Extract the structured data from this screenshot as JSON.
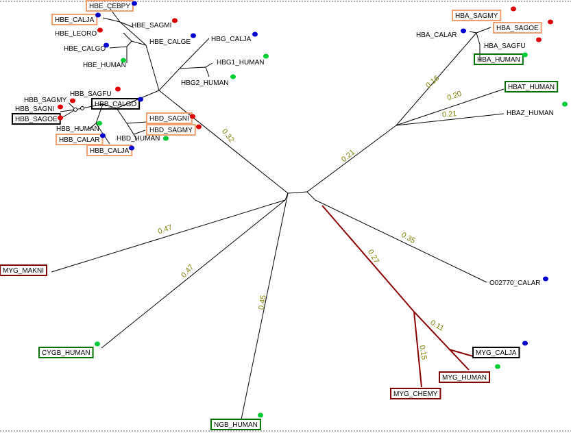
{
  "tree": {
    "colors": {
      "branch": "#000000",
      "highlight_branch": "#8b0000",
      "box_orange": "#f0a070",
      "box_green": "#007000",
      "box_maroon": "#800000",
      "box_black": "#000000",
      "dot_red": "#dd0000",
      "dot_blue": "#0000cc",
      "dot_green": "#00cc33",
      "branch_length_text": "#808000"
    },
    "branch_lengths": [
      "0.32",
      "0.21",
      "0.16",
      "0.20",
      "0.21",
      "0.47",
      "0.47",
      "0.45",
      "0.27",
      "0.35",
      "0.11",
      "0.15"
    ],
    "leaves": [
      {
        "label": "HBE_CEBPY",
        "box": "orange",
        "dot": "blue"
      },
      {
        "label": "HBE_CALJA",
        "box": "orange",
        "dot": "blue"
      },
      {
        "label": "HBE_SAGMI",
        "box": "none",
        "dot": "red"
      },
      {
        "label": "HBE_LEORO",
        "box": "none",
        "dot": "red"
      },
      {
        "label": "HBE_CALGE",
        "box": "none",
        "dot": "blue"
      },
      {
        "label": "HBE_CALGO",
        "box": "none",
        "dot": "blue"
      },
      {
        "label": "HBE_HUMAN",
        "box": "none",
        "dot": "green"
      },
      {
        "label": "HBG_CALJA",
        "box": "none",
        "dot": "blue"
      },
      {
        "label": "HBG1_HUMAN",
        "box": "none",
        "dot": "green"
      },
      {
        "label": "HBG2_HUMAN",
        "box": "none",
        "dot": "green"
      },
      {
        "label": "HBB_SAGMY",
        "box": "none",
        "dot": "red"
      },
      {
        "label": "HBB_SAGFU",
        "box": "none",
        "dot": "red"
      },
      {
        "label": "HBB_SAGNI",
        "box": "none",
        "dot": "red"
      },
      {
        "label": "HBB_CALGO",
        "box": "black",
        "dot": "blue"
      },
      {
        "label": "HBB_SAGOE",
        "box": "black",
        "dot": "red"
      },
      {
        "label": "HBB_HUMAN",
        "box": "none",
        "dot": "green"
      },
      {
        "label": "HBB_CALAR",
        "box": "orange",
        "dot": "blue"
      },
      {
        "label": "HBB_CALJA",
        "box": "orange",
        "dot": "blue"
      },
      {
        "label": "HBD_SAGNI",
        "box": "orange",
        "dot": "red"
      },
      {
        "label": "HBD_SAGMY",
        "box": "orange",
        "dot": "red"
      },
      {
        "label": "HBD_HUMAN",
        "box": "none",
        "dot": "green"
      },
      {
        "label": "HBA_SAGMY",
        "box": "orange",
        "dot": "red"
      },
      {
        "label": "HBA_CALAR",
        "box": "none",
        "dot": "blue"
      },
      {
        "label": "HBA_SAGOE",
        "box": "orange",
        "dot": "red"
      },
      {
        "label": "HBA_SAGFU",
        "box": "none",
        "dot": "red"
      },
      {
        "label": "HBA_HUMAN",
        "box": "green",
        "dot": "green"
      },
      {
        "label": "HBAT_HUMAN",
        "box": "green",
        "dot": "green"
      },
      {
        "label": "HBAZ_HUMAN",
        "box": "none",
        "dot": "green"
      },
      {
        "label": "MYG_MAKNI",
        "box": "maroon",
        "dot": "none"
      },
      {
        "label": "CYGB_HUMAN",
        "box": "green",
        "dot": "green"
      },
      {
        "label": "NGB_HUMAN",
        "box": "green",
        "dot": "green"
      },
      {
        "label": "O02770_CALAR",
        "box": "none",
        "dot": "blue"
      },
      {
        "label": "MYG_CALJA",
        "box": "black",
        "dot": "blue"
      },
      {
        "label": "MYG_HUMAN",
        "box": "maroon",
        "dot": "green"
      },
      {
        "label": "MYG_CHEMY",
        "box": "maroon",
        "dot": "none"
      }
    ]
  }
}
